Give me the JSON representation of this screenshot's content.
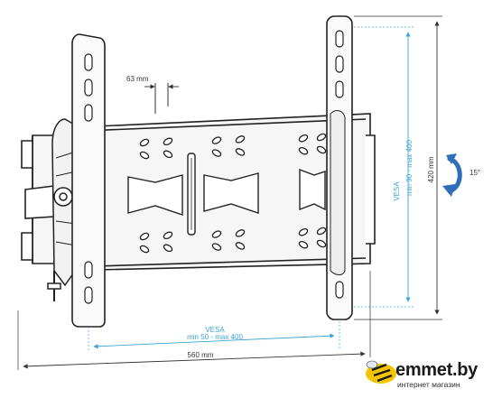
{
  "dimensions": {
    "offset": "63 mm",
    "height": "420 mm",
    "width": "560 mm",
    "tilt": "15°",
    "vesa_vertical_title": "VESA",
    "vesa_vertical_range": "min 90 - max 400",
    "vesa_horizontal_title": "VESA",
    "vesa_horizontal_range": "min 50 - max 400"
  },
  "logo": {
    "name": "emmet.by",
    "subtitle": "интернет магазин"
  },
  "colors": {
    "dimension_blue": "#3aa6d8",
    "tilt_arrow": "#2f6fb7",
    "logo_yellow": "#f4c400",
    "line_dark": "#222222"
  }
}
